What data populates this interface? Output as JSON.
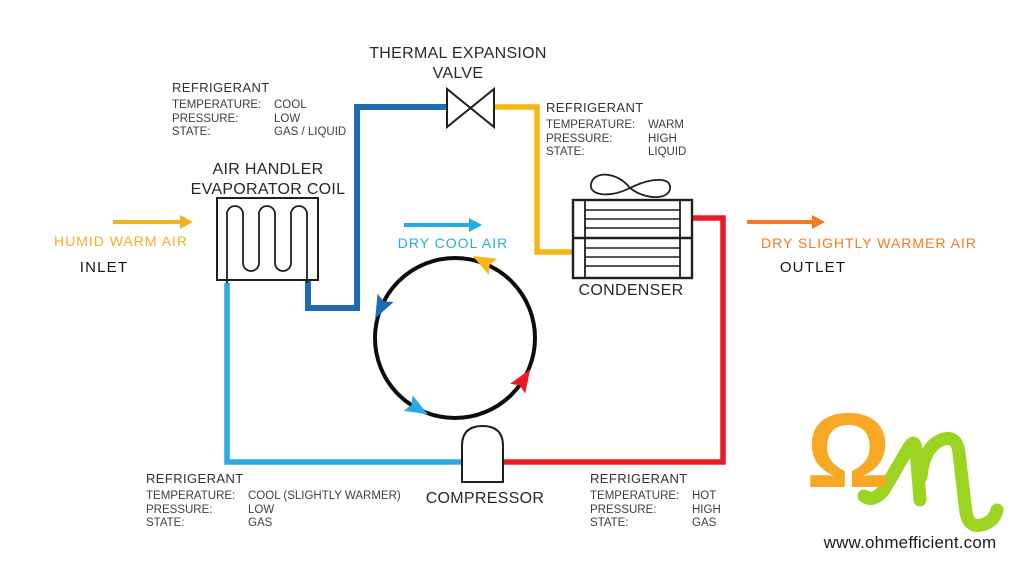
{
  "colors": {
    "pipe-dark-blue": "#1e6bb8",
    "pipe-light-blue": "#29abe2",
    "pipe-yellow": "#f7b517",
    "pipe-red": "#ec1b23",
    "air-yellow": "#f0b321",
    "air-orange": "#f47b20",
    "logo-orange": "#f9a825",
    "logo-green": "#9bd421"
  },
  "components": {
    "thermal_expansion_valve": {
      "line1": "THERMAL EXPANSION",
      "line2": "VALVE"
    },
    "air_handler": {
      "line1": "AIR HANDLER",
      "line2": "EVAPORATOR COIL"
    },
    "condenser": {
      "label": "CONDENSER"
    },
    "compressor": {
      "label": "COMPRESSOR"
    }
  },
  "air_flow": {
    "inlet": {
      "label": "HUMID WARM AIR",
      "direction_label": "INLET"
    },
    "center": {
      "label": "DRY COOL AIR"
    },
    "outlet": {
      "label": "DRY SLIGHTLY WARMER AIR",
      "direction_label": "OUTLET"
    }
  },
  "refrigerant_blocks": {
    "after_expansion_valve": {
      "heading": "REFRIGERANT",
      "rows": [
        {
          "label": "TEMPERATURE:",
          "value": "COOL"
        },
        {
          "label": "PRESSURE:",
          "value": "LOW"
        },
        {
          "label": "STATE:",
          "value": "GAS / LIQUID"
        }
      ]
    },
    "before_expansion_valve": {
      "heading": "REFRIGERANT",
      "rows": [
        {
          "label": "TEMPERATURE:",
          "value": "WARM"
        },
        {
          "label": "PRESSURE:",
          "value": "HIGH"
        },
        {
          "label": "STATE:",
          "value": "LIQUID"
        }
      ]
    },
    "after_evaporator": {
      "heading": "REFRIGERANT",
      "rows": [
        {
          "label": "TEMPERATURE:",
          "value": "COOL (SLIGHTLY WARMER)"
        },
        {
          "label": "PRESSURE:",
          "value": "LOW"
        },
        {
          "label": "STATE:",
          "value": "GAS"
        }
      ]
    },
    "after_compressor": {
      "heading": "REFRIGERANT",
      "rows": [
        {
          "label": "TEMPERATURE:",
          "value": "HOT"
        },
        {
          "label": "PRESSURE:",
          "value": "HIGH"
        },
        {
          "label": "STATE:",
          "value": "GAS"
        }
      ]
    }
  },
  "branding": {
    "logo_icon": "ohm-omega-logo",
    "website": "www.ohmefficient.com"
  }
}
